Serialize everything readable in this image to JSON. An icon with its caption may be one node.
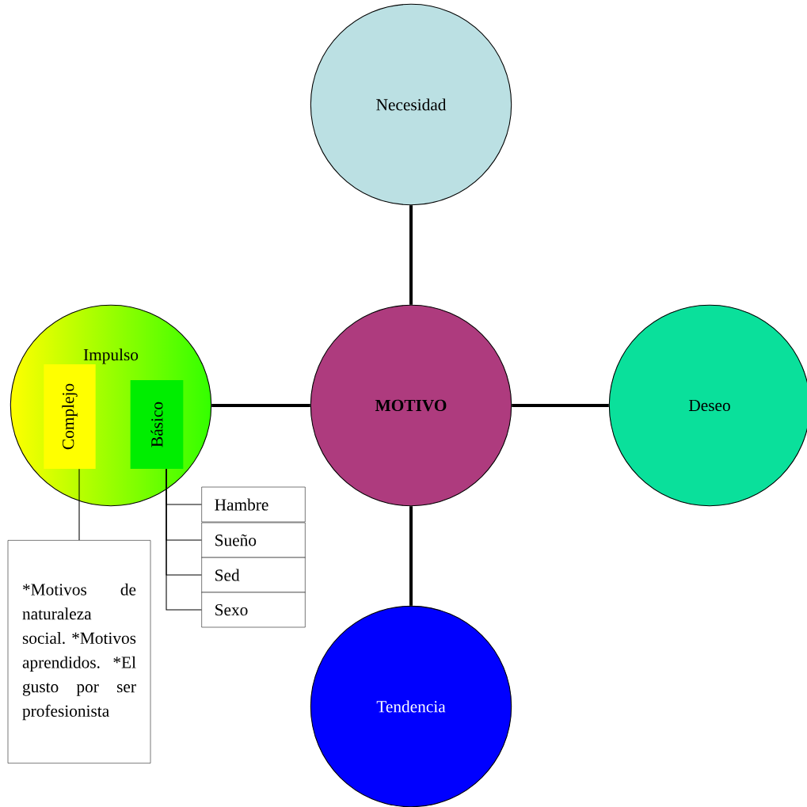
{
  "diagram": {
    "nodes": [
      {
        "text": [
          "MOTIVO"
        ]
      },
      {
        "text": [
          "Necesidad"
        ]
      },
      {
        "text": [
          "Deseo"
        ]
      },
      {
        "text": [
          "Tendencia"
        ]
      },
      {
        "text": [
          "Impulso"
        ]
      },
      {
        "text": [
          "Complejo"
        ],
        "in": 4
      },
      {
        "text": [
          "Básico"
        ],
        "in": 4
      },
      {
        "text": [
          "*Motivos de naturaleza social. *Motivos aprendidos. *El gusto por ser profesionista"
        ]
      },
      {
        "text": [
          "Hambre"
        ]
      },
      {
        "text": [
          "Sueño"
        ]
      },
      {
        "text": [
          "Sed"
        ]
      },
      {
        "text": [
          "Sexo"
        ]
      }
    ],
    "edges": [
      {
        "from": 0,
        "to": 1,
        "arrow": "none",
        "style": "thick"
      },
      {
        "from": 0,
        "to": 2,
        "arrow": "none",
        "style": "thick"
      },
      {
        "from": 0,
        "to": 3,
        "arrow": "none",
        "style": "thick"
      },
      {
        "from": 0,
        "to": 4,
        "arrow": "none",
        "style": "thick"
      },
      {
        "from": 5,
        "to": 7,
        "arrow": "none"
      },
      {
        "from": 6,
        "to": 8,
        "arrow": "none"
      },
      {
        "from": 6,
        "to": 9,
        "arrow": "none"
      },
      {
        "from": 6,
        "to": 10,
        "arrow": "none"
      },
      {
        "from": 6,
        "to": 11,
        "arrow": "none"
      }
    ]
  }
}
